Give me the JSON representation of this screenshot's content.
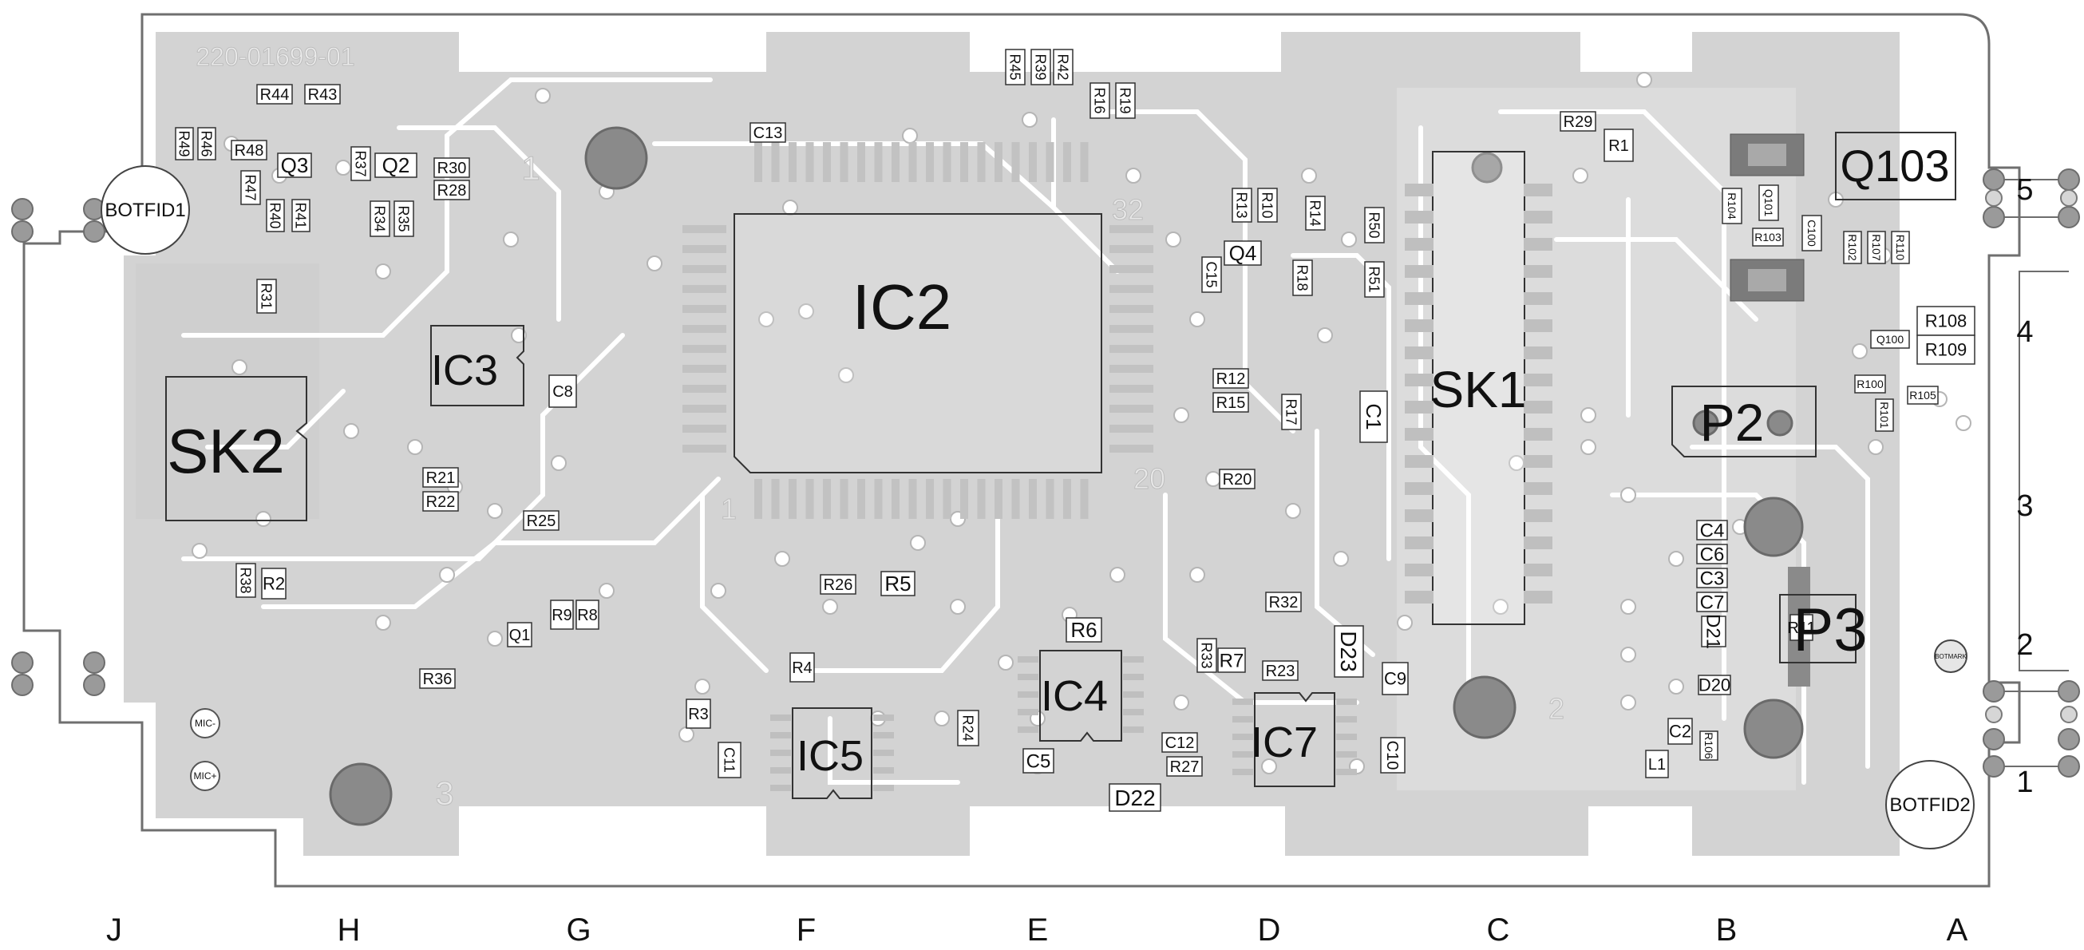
{
  "board": {
    "part_number": "220-01699-01",
    "fiducials": [
      "BOTFID1",
      "BOTFID2"
    ],
    "mark": "BOTMARK"
  },
  "major": {
    "ic2": "IC2",
    "ic3": "IC3",
    "ic4": "IC4",
    "ic5": "IC5",
    "ic7": "IC7",
    "sk1": "SK1",
    "sk2": "SK2",
    "p2": "P2",
    "p3": "P3",
    "q103": "Q103"
  },
  "pin_marks": {
    "ic2_a": "32",
    "ic2_b": "20",
    "ic2_c": "1",
    "hole_1": "1",
    "hole_2": "2",
    "hole_3": "3"
  },
  "edge_numbers": [
    "5",
    "4",
    "3",
    "2",
    "1"
  ],
  "mic_pads": [
    "MIC-",
    "MIC+"
  ],
  "grid_columns": [
    "J",
    "H",
    "G",
    "F",
    "E",
    "D",
    "C",
    "B",
    "A"
  ],
  "components": [
    "R44",
    "R43",
    "R49",
    "R46",
    "R48",
    "Q3",
    "R37",
    "Q2",
    "R30",
    "R28",
    "R47",
    "R40",
    "R41",
    "R34",
    "R35",
    "R31",
    "C8",
    "R21",
    "R22",
    "R25",
    "R38",
    "R2",
    "R9",
    "R8",
    "Q1",
    "R36",
    "C13",
    "R45",
    "R39",
    "R42",
    "R16",
    "R19",
    "R13",
    "R10",
    "R14",
    "Q4",
    "R50",
    "R51",
    "C15",
    "R18",
    "R12",
    "R15",
    "R17",
    "C1",
    "R20",
    "R26",
    "R5",
    "R6",
    "R4",
    "R3",
    "C11",
    "R24",
    "C5",
    "R32",
    "R33",
    "R7",
    "R23",
    "D23",
    "C9",
    "C12",
    "R27",
    "D22",
    "C10",
    "R29",
    "R1",
    "R104",
    "Q101",
    "R103",
    "C100",
    "R102",
    "R107",
    "R110",
    "R108",
    "R109",
    "Q100",
    "R100",
    "R105",
    "R101",
    "C4",
    "C6",
    "C3",
    "C7",
    "D21",
    "R11",
    "D20",
    "C2",
    "R106",
    "L1"
  ]
}
